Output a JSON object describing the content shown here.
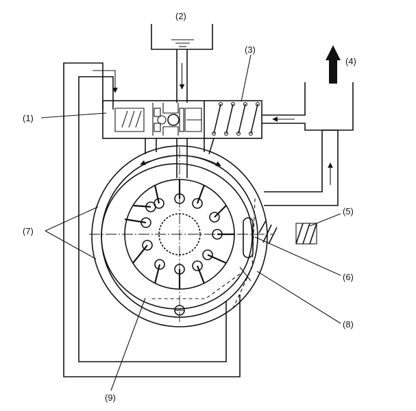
{
  "labels": {
    "l1": "(1)",
    "l2": "(2)",
    "l3": "(3)",
    "l4": "(4)",
    "l5": "(5)",
    "l6": "(6)",
    "l7": "(7)",
    "l8": "(8)",
    "l9": "(9)"
  }
}
